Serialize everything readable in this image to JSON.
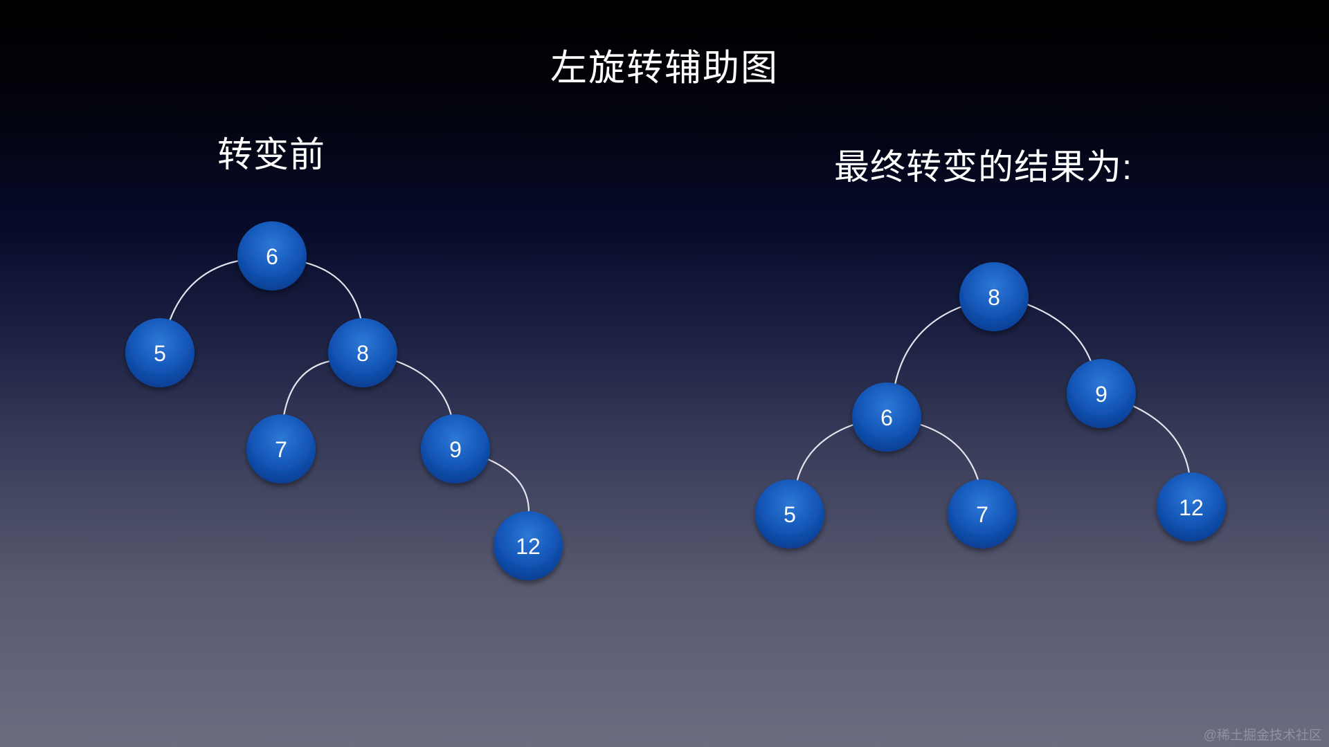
{
  "title": "左旋转辅助图",
  "before": {
    "label": "转变前",
    "nodes": [
      "6",
      "5",
      "8",
      "7",
      "9",
      "12"
    ]
  },
  "after": {
    "label": "最终转变的结果为:",
    "nodes": [
      "8",
      "6",
      "9",
      "5",
      "7",
      "12"
    ]
  },
  "watermark": "@稀土掘金技术社区",
  "colors": {
    "node_fill": "#1050b0",
    "node_highlight": "#2e78d6",
    "edge": "#e3e5ee",
    "text": "#ffffff"
  }
}
